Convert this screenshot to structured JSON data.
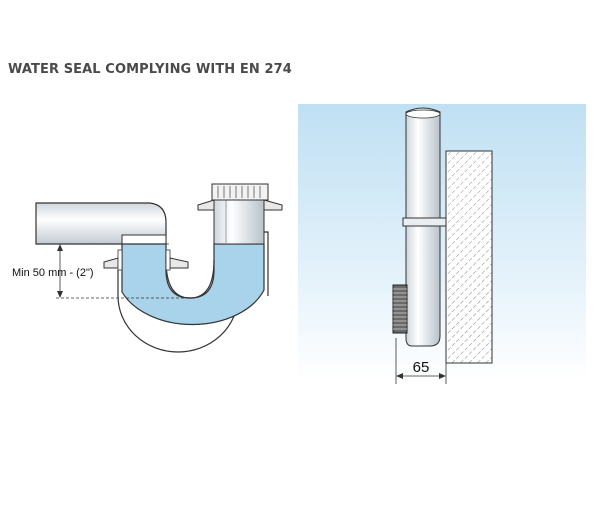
{
  "title": "WATER SEAL COMPLYING WITH EN 274",
  "left_diagram": {
    "seal_label": "Min 50 mm - (2\")"
  },
  "right_diagram": {
    "dimension_label": "65"
  },
  "colors": {
    "water": "#a8d3ea",
    "panel_background": "#d4e9f6",
    "outline": "#333333"
  }
}
